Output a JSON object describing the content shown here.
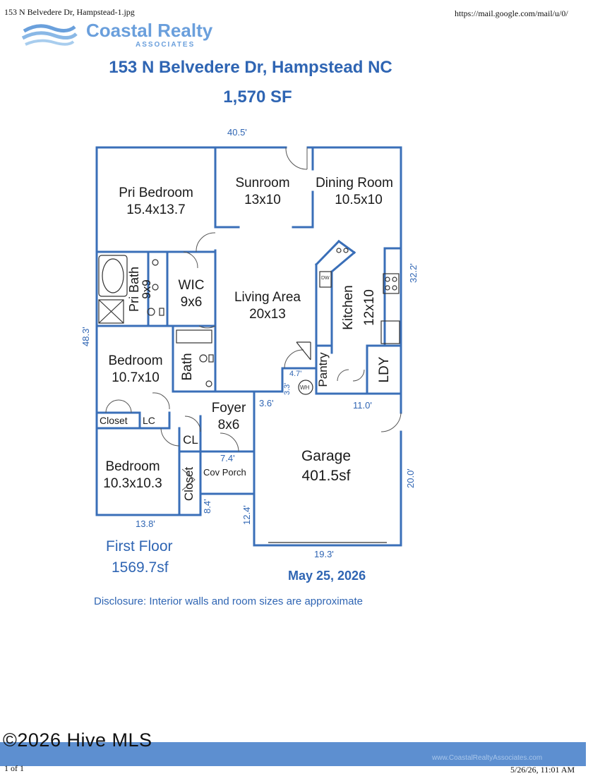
{
  "header": {
    "filename": "153 N Belvedere Dr, Hampstead-1.jpg",
    "url": "https://mail.google.com/mail/u/0/"
  },
  "logo": {
    "name": "Coastal Realty",
    "tagline": "ASSOCIATES"
  },
  "title": {
    "address": "153 N Belvedere Dr, Hampstead NC",
    "area": "1,570 SF"
  },
  "plan": {
    "rooms": {
      "pri_bedroom": {
        "name": "Pri Bedroom",
        "size": "15.4x13.7"
      },
      "sunroom": {
        "name": "Sunroom",
        "size": "13x10"
      },
      "dining": {
        "name": "Dining Room",
        "size": "10.5x10"
      },
      "pri_bath": {
        "name": "Pri Bath",
        "size": "9x9"
      },
      "wic": {
        "name": "WIC",
        "size": "9x6"
      },
      "living": {
        "name": "Living Area",
        "size": "20x13"
      },
      "kitchen": {
        "name": "Kitchen",
        "size": "12x10"
      },
      "dw": "DW",
      "bedroom1": {
        "name": "Bedroom",
        "size": "10.7x10"
      },
      "bath": "Bath",
      "pantry": "Pantry",
      "ldy": "LDY",
      "wh": "WH",
      "closet1": "Closet",
      "lc": "LC",
      "foyer": {
        "name": "Foyer",
        "size": "8x6"
      },
      "cl": "CL",
      "garage": {
        "name": "Garage",
        "size": "401.5sf"
      },
      "cov_porch": "Cov Porch",
      "bedroom2": {
        "name": "Bedroom",
        "size": "10.3x10.3"
      },
      "closet2": "Closet"
    },
    "dims": {
      "top": "40.5'",
      "right": "32.2'",
      "left": "48.3'",
      "wh_w": "4.7'",
      "wh_h": "3.3'",
      "garage_left": "3.6'",
      "garage_top": "11.0'",
      "garage_right": "20.0'",
      "porch_w": "7.4'",
      "porch_h": "8.4'",
      "garage_side": "12.4'",
      "bottom_left": "13.8'",
      "garage_bottom": "19.3'"
    },
    "floor_label": "First Floor",
    "floor_area": "1569.7sf",
    "date": "May 25, 2026",
    "disclosure": "Disclosure: Interior walls and room sizes are approximate"
  },
  "footer": {
    "mls": "©2026 Hive MLS",
    "page": "1 of 1",
    "band_url": "www.CoastalRealtyAssociates.com",
    "timestamp": "5/26/26, 11:01 AM"
  },
  "colors": {
    "wall": "#3a6fb8",
    "accent": "#2f65b3",
    "band": "#5d8fd0"
  }
}
